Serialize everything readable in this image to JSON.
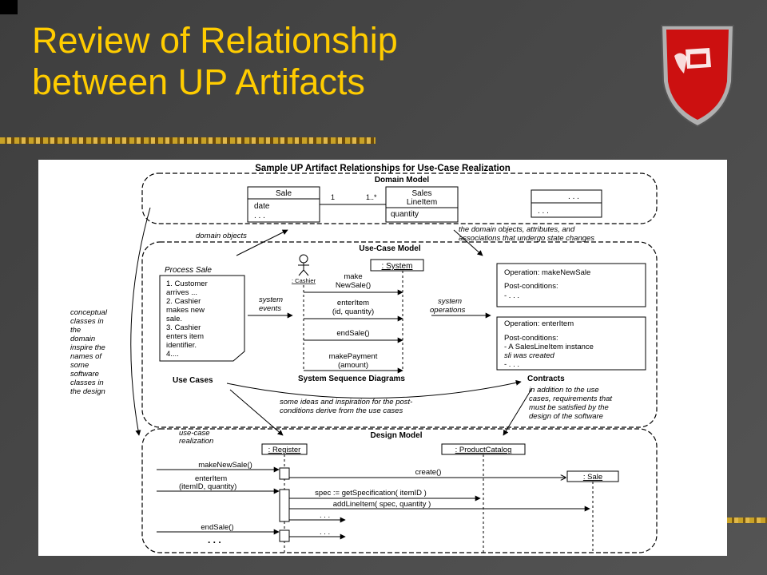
{
  "title": {
    "line1": "Review of Relationship",
    "line2": "between UP Artifacts"
  },
  "diagram": {
    "heading": "Sample UP Artifact Relationships for Use-Case Realization",
    "domain_model": {
      "label": "Domain Model",
      "sale_class": {
        "name": "Sale",
        "attr1": "date",
        "attr2": ". . ."
      },
      "mult_one": "1",
      "mult_many": "1..*",
      "lineitem_class": {
        "name1": "Sales",
        "name2": "LineItem",
        "attr": "quantity"
      },
      "other_class": {
        "name": ". . .",
        "attr": ". . ."
      }
    },
    "note_domain_objects": "domain objects",
    "note_state_changes": [
      "the domain objects, attributes, and",
      "associations that undergo state changes"
    ],
    "note_conceptual": [
      "conceptual",
      "classes in",
      "the",
      "domain",
      "inspire the",
      "names of",
      "some",
      "software",
      "classes in",
      "the design"
    ],
    "use_case_model": {
      "label": "Use-Case Model",
      "process_sale_title": "Process Sale",
      "process_sale_text": [
        "1. Customer",
        "arrives ...",
        "2. Cashier",
        "makes new",
        "sale.",
        "3. Cashier",
        "enters item",
        "identifier.",
        "4...."
      ],
      "cashier_label": ": Cashier",
      "system_label": ": System",
      "system_events": [
        "system",
        "events"
      ],
      "msg_make_new_sale": [
        "make",
        "NewSale()"
      ],
      "msg_enter_item": [
        "enterItem",
        "(id, quantity)"
      ],
      "msg_end_sale": "endSale()",
      "msg_make_payment": [
        "makePayment",
        "(amount)"
      ],
      "ssd_label": "System Sequence Diagrams",
      "use_cases_label": "Use Cases",
      "system_operations": [
        "system",
        "operations"
      ],
      "contract1": {
        "op": "Operation: makeNewSale",
        "post": "Post-conditions:",
        "line": "- . . ."
      },
      "contract2": {
        "op": "Operation: enterItem",
        "post": "Post-conditions:",
        "line1": "- A SalesLineItem instance",
        "line2": "sli was created",
        "line3": "- . . ."
      },
      "contracts_label": "Contracts"
    },
    "note_contracts": [
      "in addition to the use",
      "cases, requirements that",
      "must be satisfied by the",
      "design of the software"
    ],
    "note_ideas": [
      "some ideas and inspiration for the post-",
      "conditions derive from the use cases"
    ],
    "design_model": {
      "label": "Design Model",
      "realization": [
        "use-case",
        "realization"
      ],
      "register": ": Register",
      "catalog": ": ProductCatalog",
      "sale": ": Sale",
      "msg_make_new_sale": "makeNewSale()",
      "msg_create": "create()",
      "msg_enter_item": [
        "enterItem",
        "(itemID, quantity)"
      ],
      "msg_spec": "spec := getSpecification( itemID )",
      "msg_add_line_item": "addLineItem( spec, quantity )",
      "msg_dots": ". . .",
      "msg_end_sale": "endSale()",
      "bottom_dots": ". . ."
    }
  }
}
